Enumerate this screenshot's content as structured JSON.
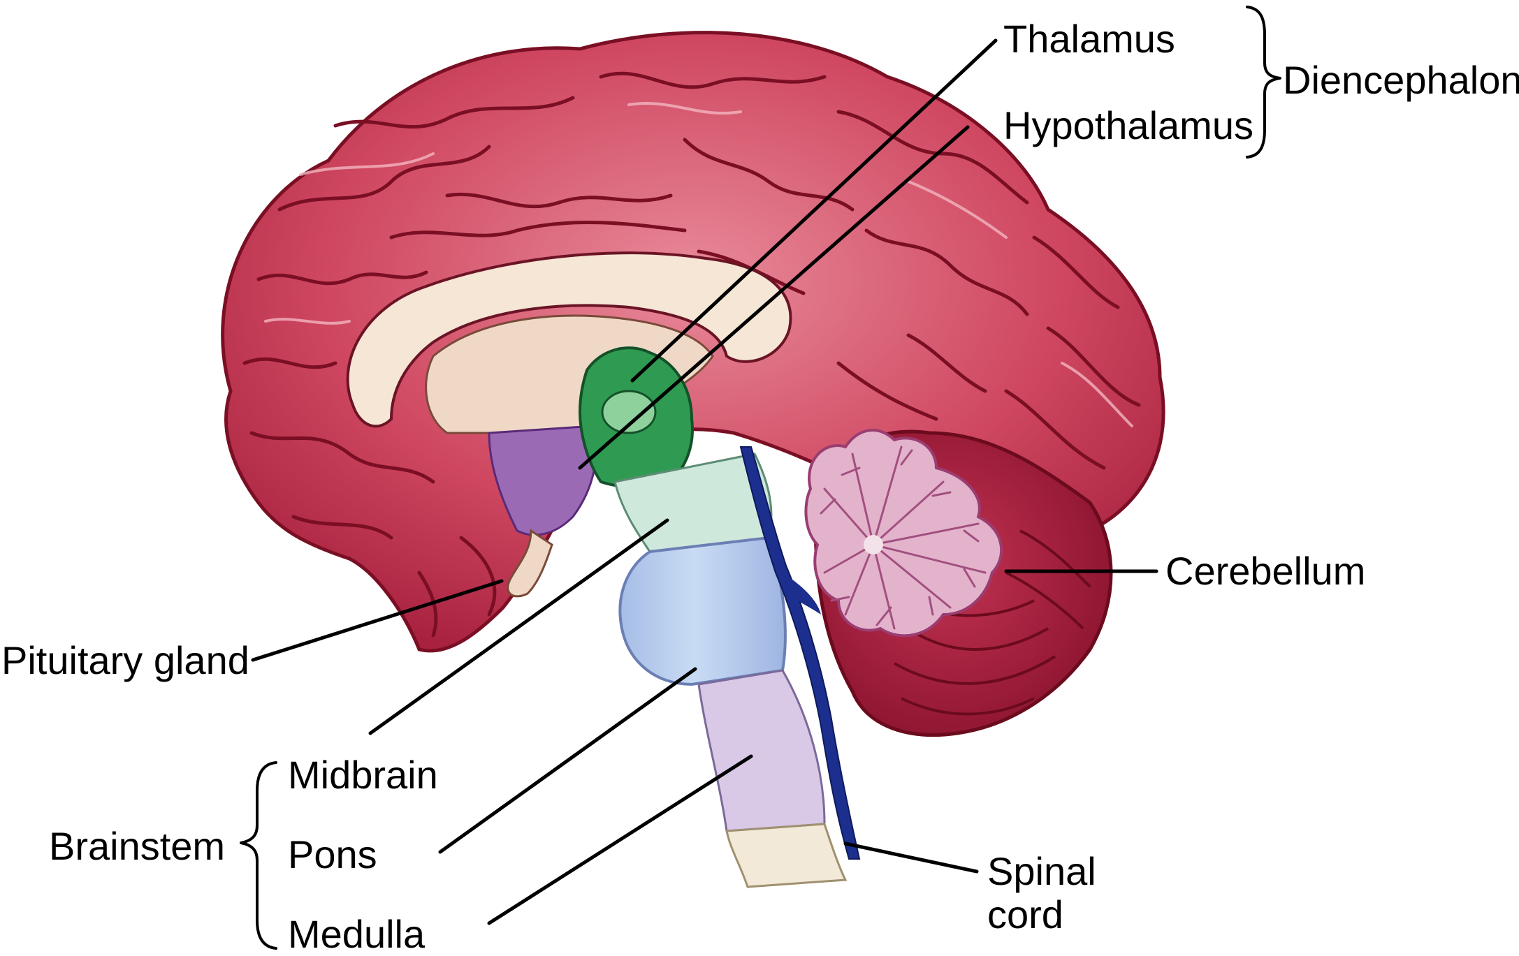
{
  "labels": {
    "thalamus": "Thalamus",
    "hypothalamus": "Hypothalamus",
    "diencephalon": "Diencephalon",
    "cerebellum": "Cerebellum",
    "pituitary_gland": "Pituitary gland",
    "midbrain": "Midbrain",
    "brainstem": "Brainstem",
    "pons": "Pons",
    "medulla": "Medulla",
    "spinal_cord_line1": "Spinal",
    "spinal_cord_line2": "cord"
  },
  "colors": {
    "cerebrum": "#c8374f",
    "cerebrum_light": "#e07a8a",
    "sulcus": "#7a0f24",
    "corpus_callosum": "#f5e6d6",
    "septum": "#efd9c6",
    "thalamus": "#2f9a52",
    "hypothalamus": "#8c5aa8",
    "midbrain": "#cfe8dc",
    "pons": "#bcd3ef",
    "medulla": "#d9c8e6",
    "spinal_cord": "#f3e9d8",
    "ventricle": "#1c2f8f",
    "cerebellum_cortex": "#a3183a",
    "arbor_vitae": "#e7bcd5"
  }
}
